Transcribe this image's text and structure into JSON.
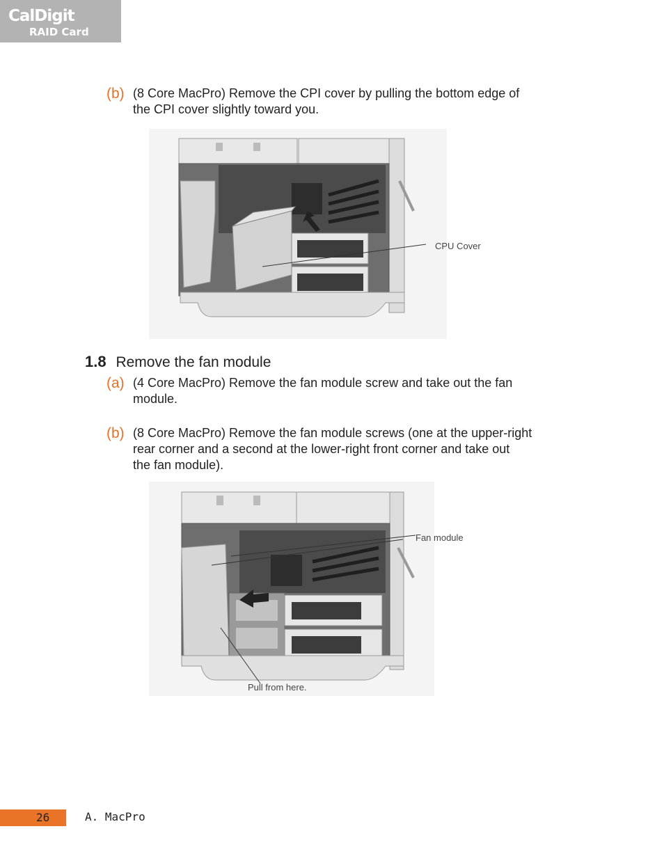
{
  "header": {
    "brand": "CalDigit",
    "product": "RAID Card"
  },
  "step_b1": {
    "marker": "(b)",
    "line1": "(8 Core MacPro) Remove the CPI cover by pulling the bottom edge of",
    "line2": "the CPI cover slightly toward you."
  },
  "figure1": {
    "callout": "CPU Cover"
  },
  "section": {
    "number": "1.8",
    "title": "Remove the fan module"
  },
  "step_a": {
    "marker": "(a)",
    "line1": "(4 Core MacPro) Remove the fan module screw and take out the fan",
    "line2": "module."
  },
  "step_b2": {
    "marker": "(b)",
    "line1": "(8 Core MacPro) Remove the fan module screws (one at the upper-right",
    "line2": "rear corner and a second at the lower-right front corner and take out",
    "line3": "the fan module)."
  },
  "figure2": {
    "callout_fan": "Fan module",
    "callout_pull": "Pull from here."
  },
  "footer": {
    "page": "26",
    "chapter": "A. MacPro"
  }
}
